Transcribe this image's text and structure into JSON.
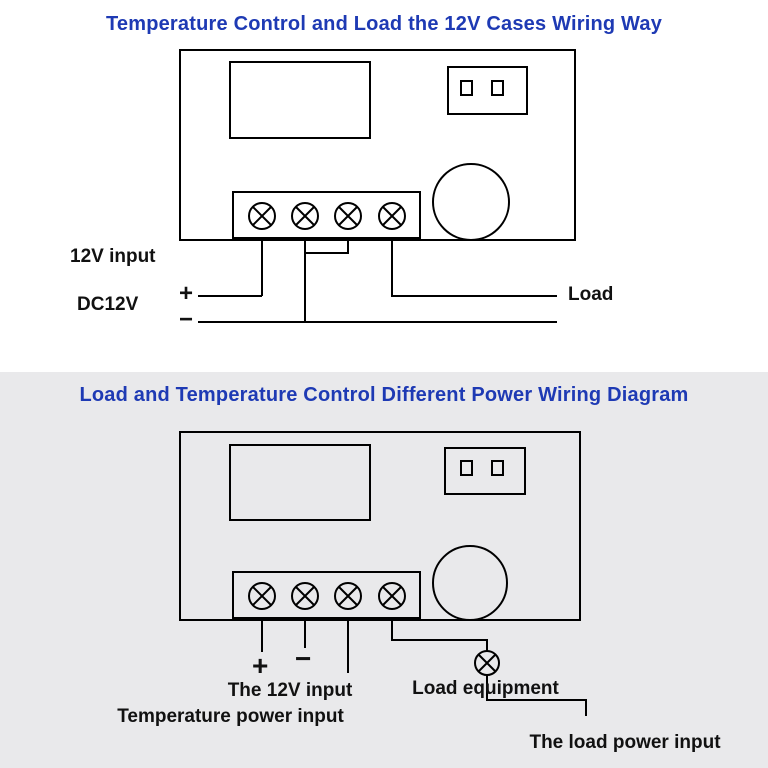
{
  "colors": {
    "title_blue": "#1e3ab4",
    "panel_gray": "#e9e9eb",
    "line_black": "#000000",
    "background_white": "#ffffff"
  },
  "top_diagram": {
    "title": "Temperature Control and Load the 12V Cases Wiring Way",
    "labels": {
      "input_12v": "12V input",
      "plus": "+",
      "dc12v": "DC12V",
      "minus": "−",
      "load": "Load"
    }
  },
  "bottom_diagram": {
    "title": "Load and Temperature Control Different Power Wiring Diagram",
    "labels": {
      "plus": "+",
      "minus": "−",
      "the_12v_input": "The 12V input",
      "temperature_power_input": "Temperature power input",
      "load_equipment": "Load equipment",
      "the_load_power_input": "The load power input"
    }
  },
  "icons": {
    "screw_terminal": "circle-with-x",
    "load_equipment_symbol": "circle-with-x"
  }
}
